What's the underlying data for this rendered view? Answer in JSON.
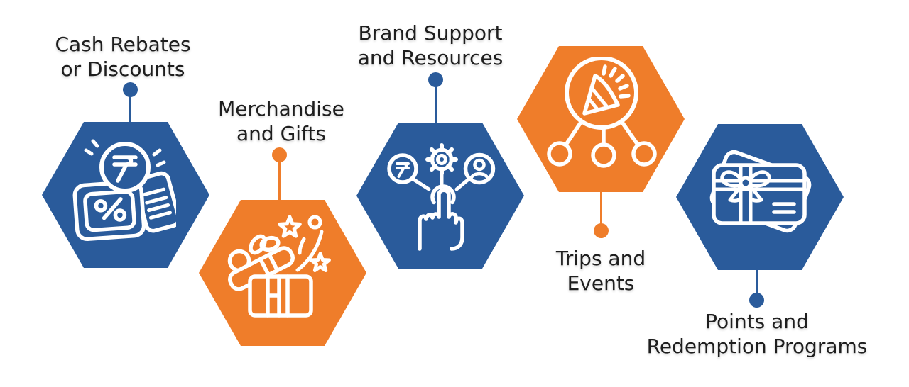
{
  "palette": {
    "blue": "#2A5B9B",
    "orange": "#EF7D2A",
    "text": "#1E1E1E",
    "background": "#FFFFFF"
  },
  "items": [
    {
      "label_line1": "Cash Rebates",
      "label_line2": "or Discounts",
      "color": "blue",
      "icon": "rupee-coin-discount-cards-icon",
      "label_position": "above"
    },
    {
      "label_line1": "Merchandise",
      "label_line2": "and Gifts",
      "color": "orange",
      "icon": "open-gift-box-icon",
      "label_position": "above"
    },
    {
      "label_line1": "Brand Support",
      "label_line2": "and Resources",
      "color": "blue",
      "icon": "hand-click-options-icon",
      "label_position": "above"
    },
    {
      "label_line1": "Trips and",
      "label_line2": "Events",
      "color": "orange",
      "icon": "party-popper-network-icon",
      "label_position": "below"
    },
    {
      "label_line1": "Points and",
      "label_line2": "Redemption Programs",
      "color": "blue",
      "icon": "gift-cards-bow-icon",
      "label_position": "below"
    }
  ]
}
